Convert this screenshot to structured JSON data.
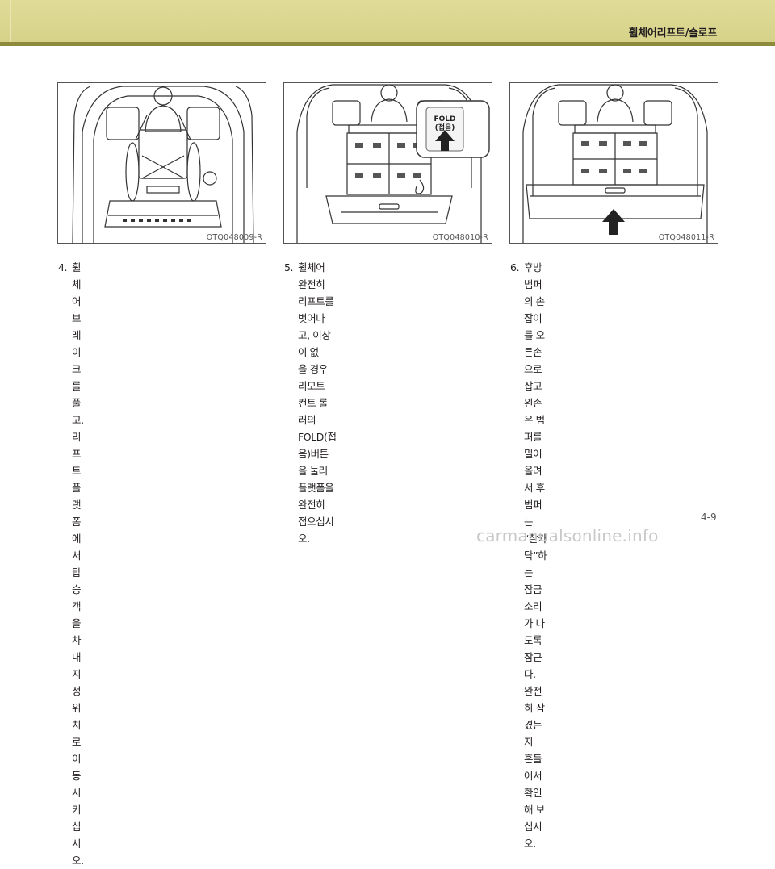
{
  "header": {
    "section_title": "휠체어리프트/슬로프"
  },
  "figures": [
    {
      "code": "OTQ048009-R"
    },
    {
      "code": "OTQ048010-R",
      "callout_line1": "FOLD",
      "callout_line2": "(접음)"
    },
    {
      "code": "OTQ048011-R"
    }
  ],
  "steps": [
    {
      "number": "4.",
      "lines": [
        "휠체어 브레이크를 풀고, 리프트 플랫폼에서",
        "탑승객을 차내 지정위치로 이동시키십시오."
      ]
    },
    {
      "number": "5.",
      "lines": [
        "휠체어 완전히 리프트를 벗어나고, 이상이 없",
        "을 경우 리모트 컨트 롤러의 FOLD(접음)버튼",
        "을  눌러 플랫폼을 완전히 접으십시오."
      ]
    },
    {
      "number": "6.",
      "lines": [
        "후방 범퍼의 손잡이를  오른손으로 잡고  왼손",
        "은 범퍼를 밀어올려서 후범퍼는 “찰카닥”하는",
        "잠금소리가 나도록 잠근다. 완전히 잠겼는지",
        "흔들어서 확인해 보십시오."
      ]
    }
  ],
  "page_number": "4-9",
  "watermark": "carmanualsonline.info"
}
